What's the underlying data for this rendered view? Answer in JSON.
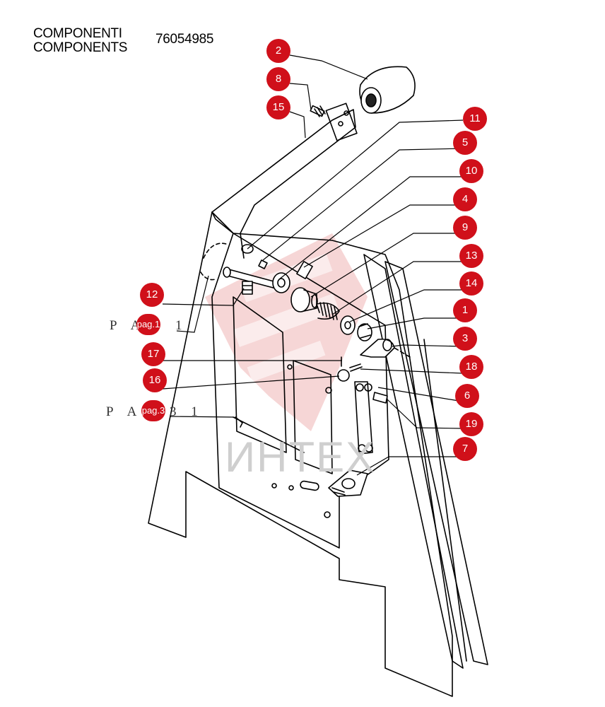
{
  "header": {
    "line1": "COMPONENTI",
    "line2": "COMPONENTS",
    "code": "76054985"
  },
  "callouts": {
    "c1": "1",
    "c2": "2",
    "c3": "3",
    "c4": "4",
    "c5": "5",
    "c6": "6",
    "c7": "7",
    "c8": "8",
    "c9": "9",
    "c10": "10",
    "c11": "11",
    "c12": "12",
    "c13": "13",
    "c14": "14",
    "c15": "15",
    "c16": "16",
    "c17": "17",
    "c18": "18",
    "c19": "19"
  },
  "page_refs": {
    "ref1_prefix": "P A",
    "ref1_badge": "pag.1",
    "ref1_suffix": "1",
    "ref2_prefix": "P A",
    "ref2_badge": "pag.3",
    "ref2_suffix": "3 1"
  },
  "watermark": {
    "text": "ИНТЕХ"
  },
  "colors": {
    "badge": "#d0101a",
    "watermark_logo": "#f3c6c6",
    "line": "#000000"
  }
}
